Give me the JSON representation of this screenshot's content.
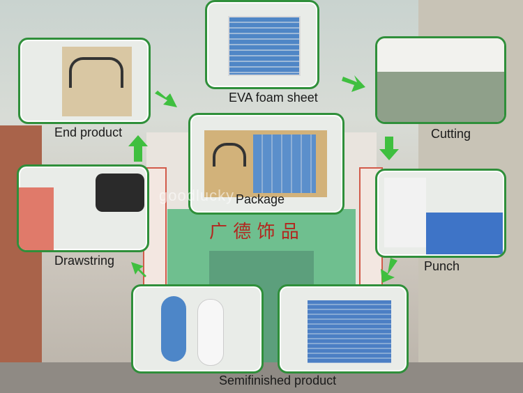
{
  "steps": {
    "eva": "EVA foam sheet",
    "cutting": "Cutting",
    "punch": "Punch",
    "semifinished": "Semifinished product",
    "drawstring": "Drawstring",
    "end": "End product",
    "package": "Package"
  },
  "watermark": "goodlucky",
  "sign": "广 德 饰 品",
  "colors": {
    "frame": "#2f8f3a",
    "arrow": "#3fbf3f",
    "sign": "#b3261e"
  }
}
